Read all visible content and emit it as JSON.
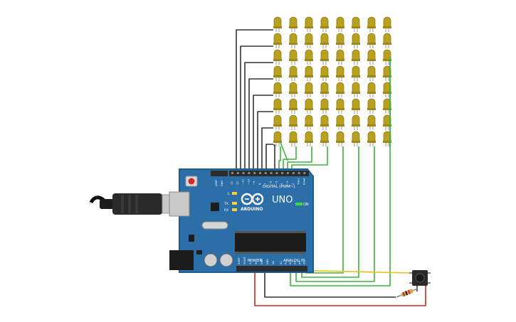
{
  "board": {
    "logo_text": "ARDUINO",
    "model": "UNO",
    "digital_label": "DIGITAL (PWM~)",
    "power_label": "POWER",
    "analog_label": "ANALOG IN",
    "on_label": "ON",
    "l_label": "L",
    "tx_label": "TX",
    "rx_label": "RX",
    "aref_label": "AREF",
    "gnd_label": "GND",
    "digital_pins": [
      "13",
      "12",
      "~11",
      "~10",
      "~9",
      "8",
      "7",
      "~6",
      "~5",
      "4",
      "~3",
      "2",
      "TX▸1",
      "RX◂0"
    ],
    "power_pins": [
      "IOREF",
      "RESET",
      "3.3V",
      "5V",
      "GND",
      "GND",
      "Vin"
    ],
    "analog_pins": [
      "A0",
      "A1",
      "A2",
      "A3",
      "A4",
      "A5"
    ]
  },
  "led_matrix": {
    "rows": 8,
    "cols": 8,
    "color": "#b8a020"
  },
  "colors": {
    "board": "#2b6ea8",
    "board_edge": "#1f5a8e",
    "wire_black": "#333333",
    "wire_green": "#3fb23f",
    "wire_yellow": "#e8c21c",
    "wire_red": "#c82828",
    "usb_plug": "#222222"
  },
  "components": {
    "pushbutton": "pushbutton-icon",
    "resistor": "resistor-icon",
    "usb_cable": "usb-cable-icon"
  }
}
